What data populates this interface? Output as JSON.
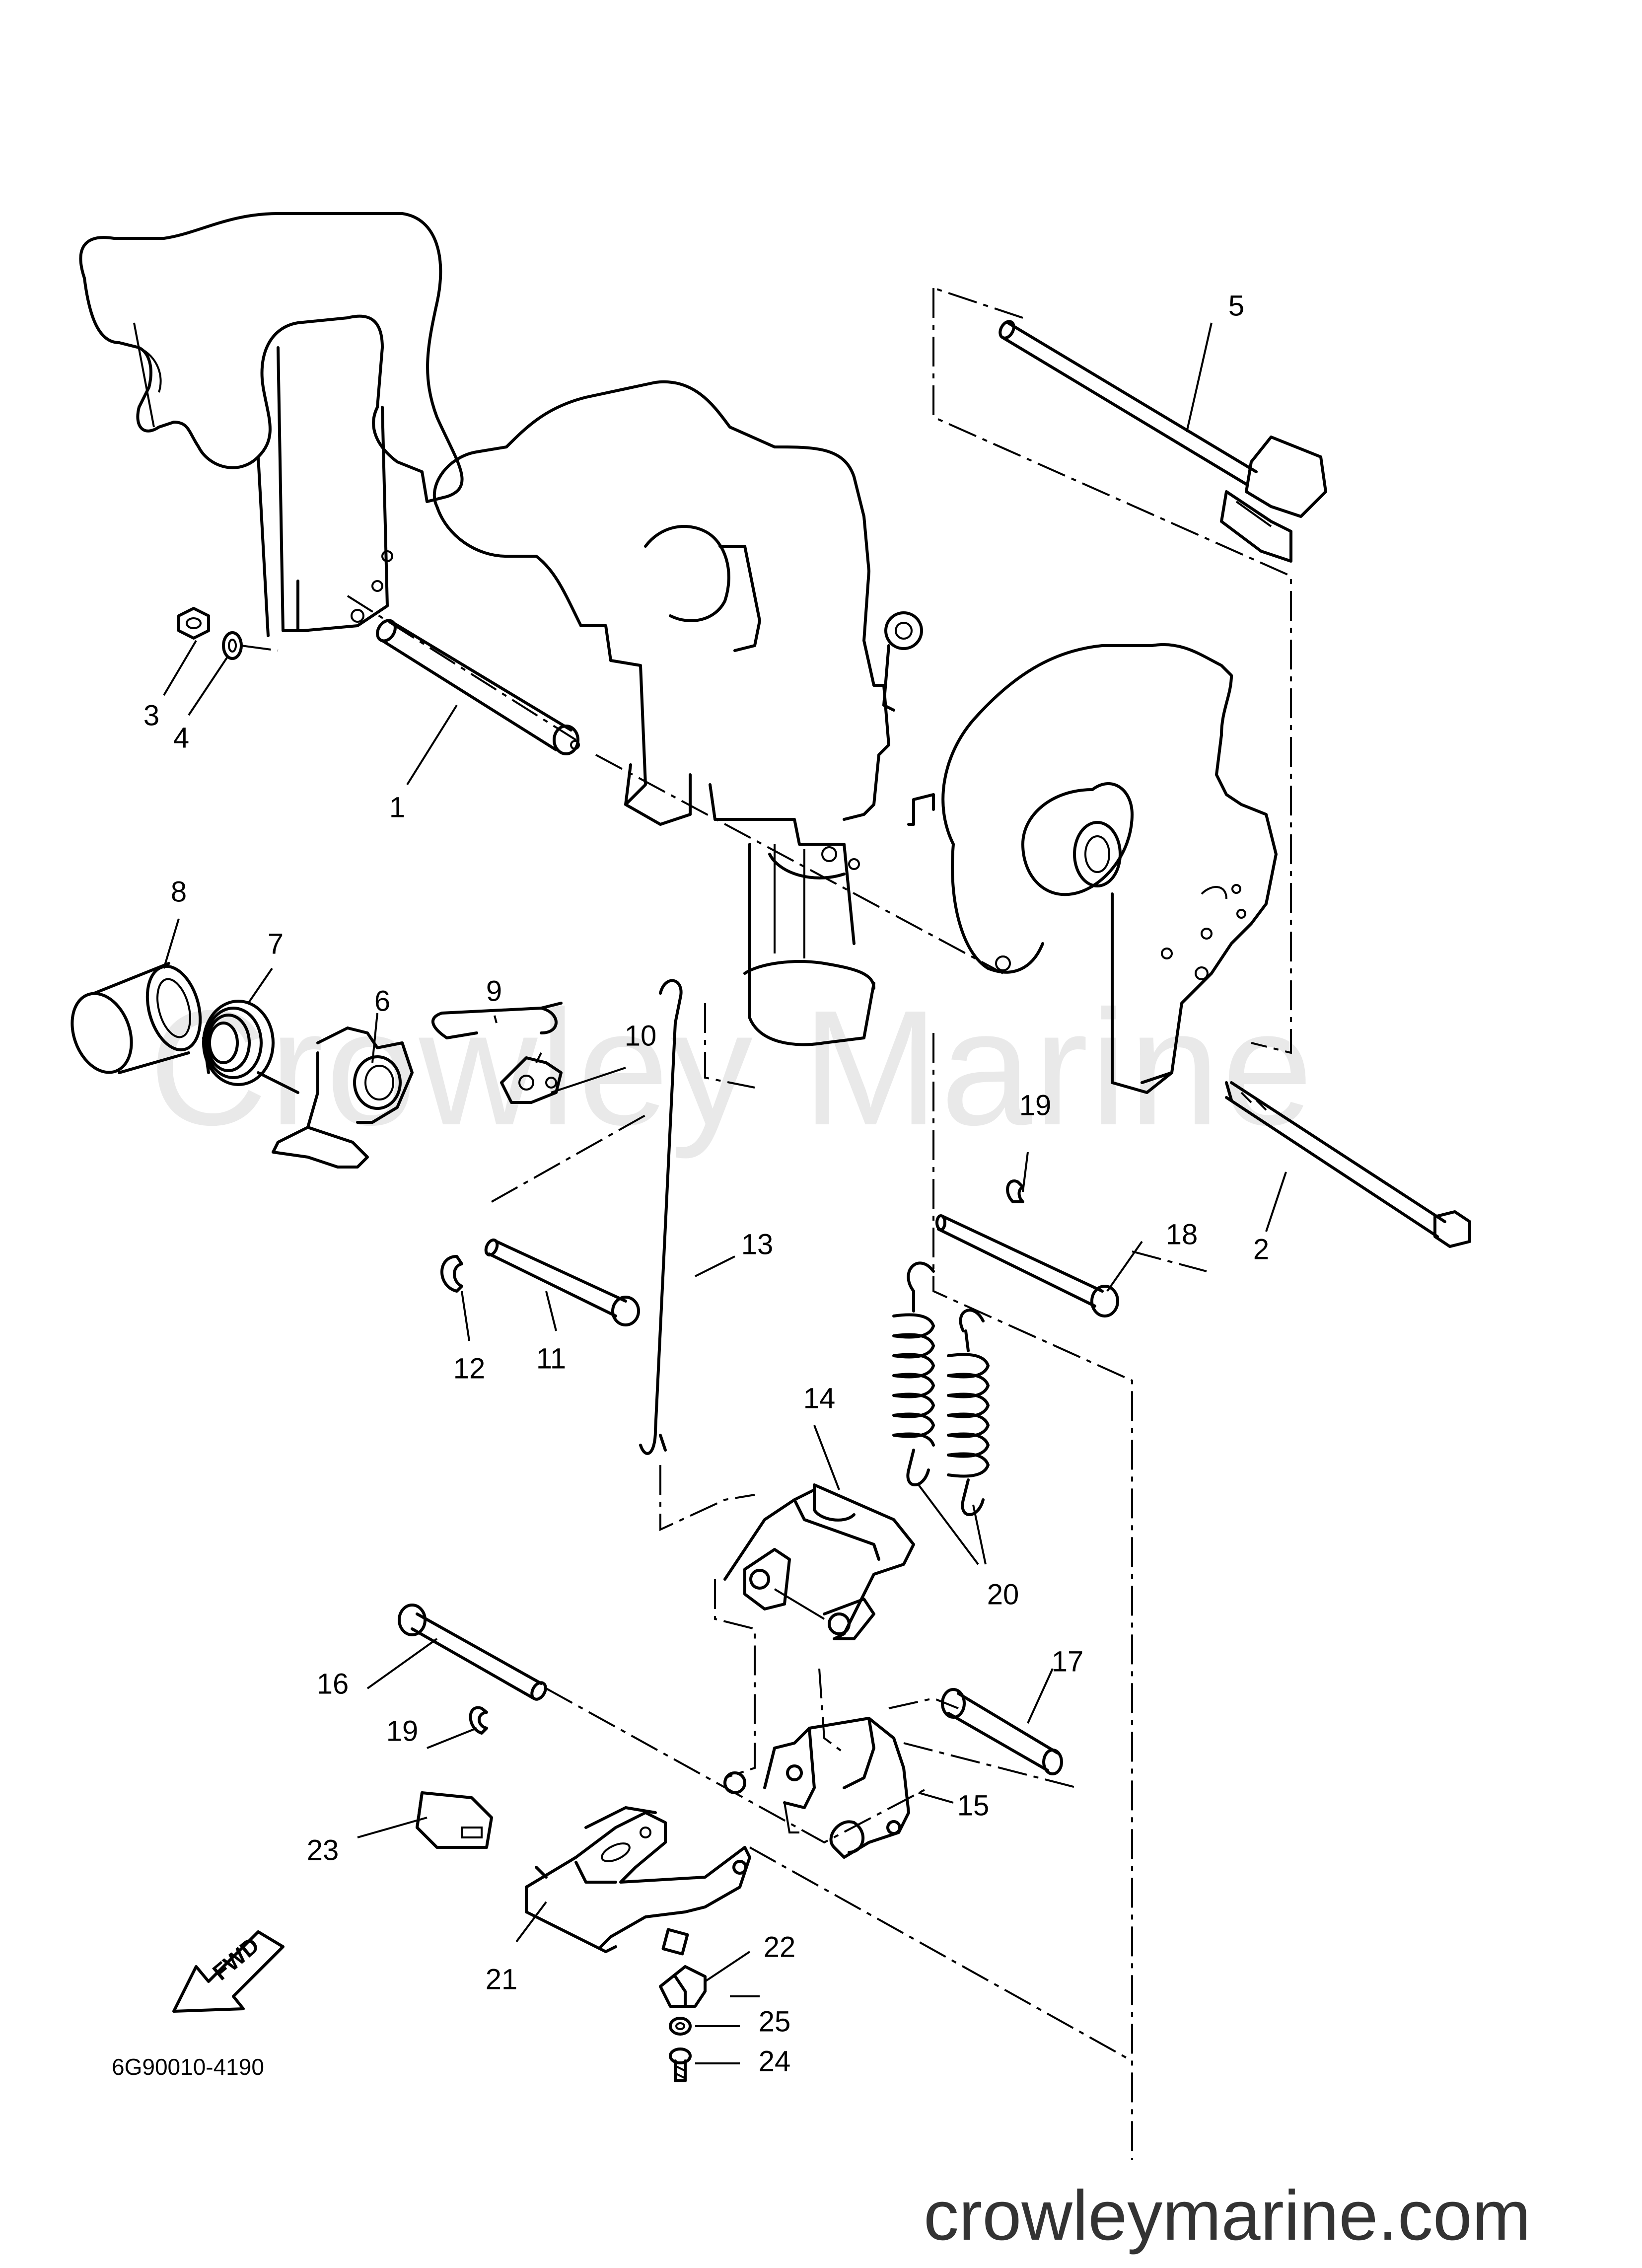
{
  "diagram": {
    "part_code": "6G90010-4190",
    "fwd_label": "FWD",
    "watermark": "Crowley Marine",
    "site": "crowleymarine.com",
    "callouts": {
      "c1": "1",
      "c2": "2",
      "c3": "3",
      "c4": "4",
      "c5": "5",
      "c6": "6",
      "c7": "7",
      "c8": "8",
      "c9": "9",
      "c10": "10",
      "c11": "11",
      "c12": "12",
      "c13": "13",
      "c14": "14",
      "c15": "15",
      "c16": "16",
      "c17": "17",
      "c18": "18",
      "c19a": "19",
      "c19b": "19",
      "c20": "20",
      "c21": "21",
      "c22": "22",
      "c23": "23",
      "c24": "24",
      "c25": "25"
    }
  }
}
